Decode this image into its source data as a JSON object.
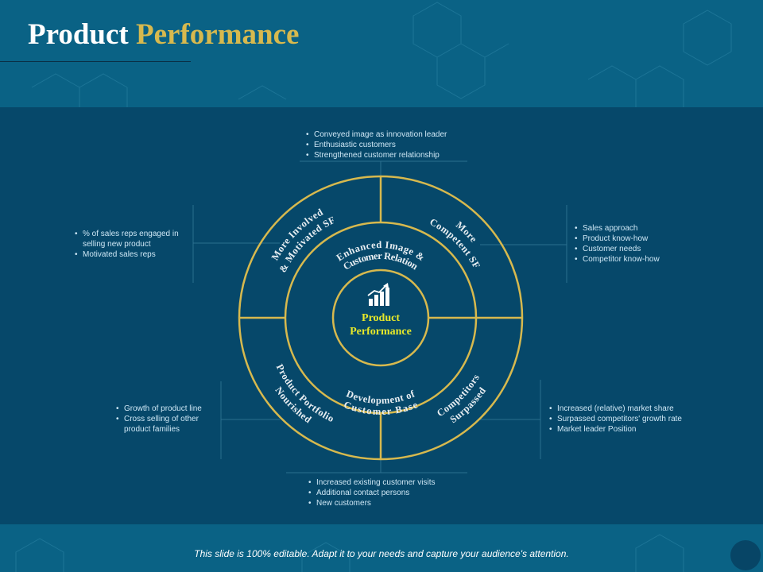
{
  "header": {
    "title_main": "Product",
    "title_accent": "Performance"
  },
  "diagram": {
    "center": {
      "label_line1": "Product",
      "label_line2": "Performance",
      "icon": "bar-chart-growth-icon"
    },
    "inner_segments": [
      {
        "line1": "Enhanced Image &",
        "line2": "Customer Relation"
      },
      {
        "line1": "Development of",
        "line2": "Customer Base"
      }
    ],
    "outer_segments": [
      {
        "line1": "More Involved",
        "line2": "& Motivated SF"
      },
      {
        "line1": "More",
        "line2": "Competent SF"
      },
      {
        "line1": "Nourished",
        "line2": "Product Portfolio"
      },
      {
        "line1": "Surpassed",
        "line2": "Competitors"
      }
    ],
    "bullets": {
      "top": [
        "Conveyed image as innovation leader",
        "Enthusiastic customers",
        "Strengthened customer relationship"
      ],
      "left": [
        "% of sales reps engaged in selling new product",
        "Motivated sales reps"
      ],
      "right": [
        "Sales approach",
        "Product know-how",
        "Customer needs",
        "Competitor know-how"
      ],
      "bottom_left": [
        "Growth of product line",
        "Cross selling of other product families"
      ],
      "bottom_right": [
        "Increased (relative) market share",
        "Surpassed competitors' growth rate",
        "Market leader Position"
      ],
      "bottom": [
        "Increased existing customer visits",
        "Additional contact persons",
        "New customers"
      ]
    }
  },
  "footer": {
    "note": "This slide is 100% editable. Adapt it to your needs and capture your audience's attention."
  },
  "colors": {
    "ring": "#d7b94e",
    "center_text": "#e6e82a",
    "accent": "#d7b94e",
    "panel": "#06486a",
    "header": "#0a6285"
  }
}
